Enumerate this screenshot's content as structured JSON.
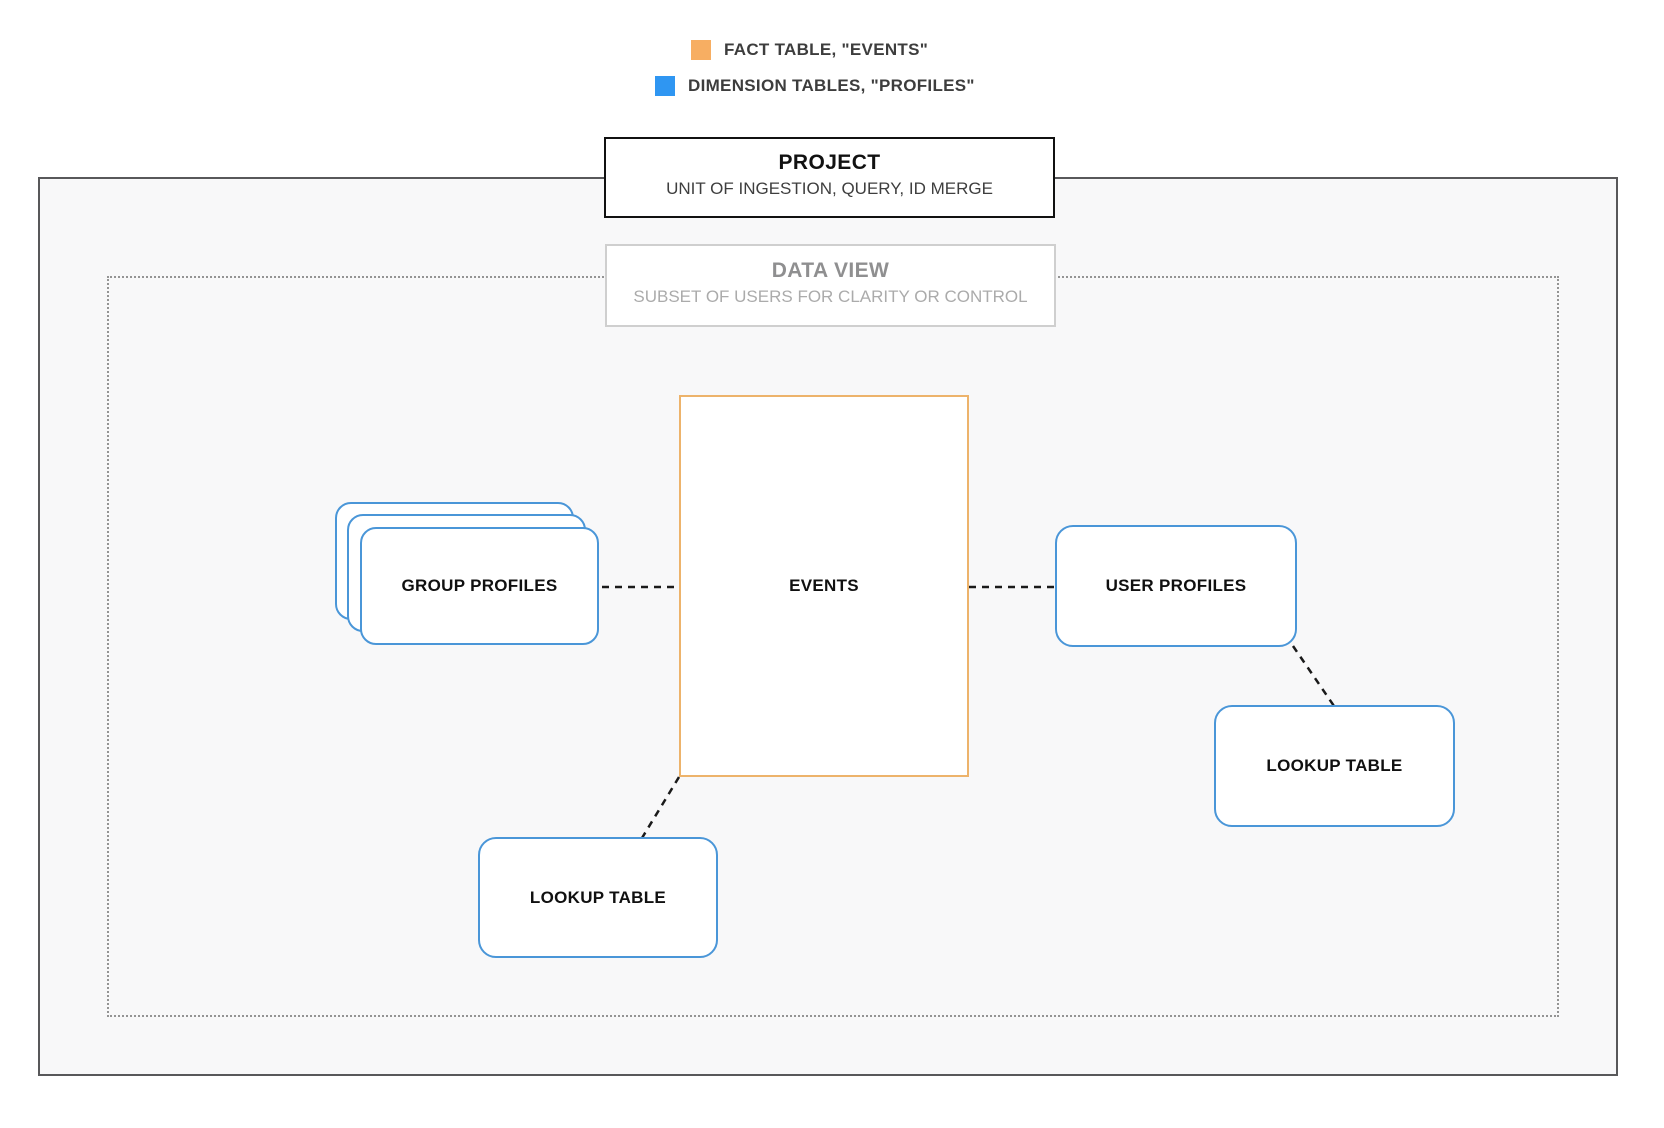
{
  "legend": {
    "items": [
      {
        "label": "FACT TABLE, \"EVENTS\"",
        "color": "#f7ae62"
      },
      {
        "label": "DIMENSION TABLES, \"PROFILES\"",
        "color": "#2f96f2"
      }
    ]
  },
  "project": {
    "title": "PROJECT",
    "subtitle": "UNIT OF INGESTION, QUERY, ID MERGE"
  },
  "data_view": {
    "title": "DATA VIEW",
    "subtitle": "SUBSET OF USERS FOR CLARITY OR CONTROL"
  },
  "nodes": {
    "events": {
      "label": "EVENTS",
      "type": "fact"
    },
    "group_profiles": {
      "label": "GROUP PROFILES",
      "type": "dimension",
      "stacked": true
    },
    "user_profiles": {
      "label": "USER PROFILES",
      "type": "dimension"
    },
    "lookup_table_right": {
      "label": "LOOKUP TABLE",
      "type": "dimension"
    },
    "lookup_table_bottom": {
      "label": "LOOKUP TABLE",
      "type": "dimension"
    }
  },
  "edges": [
    {
      "from": "group_profiles",
      "to": "events",
      "style": "dashed"
    },
    {
      "from": "events",
      "to": "user_profiles",
      "style": "dashed"
    },
    {
      "from": "user_profiles",
      "to": "lookup_table_right",
      "style": "dashed"
    },
    {
      "from": "events",
      "to": "lookup_table_bottom",
      "style": "dashed"
    }
  ],
  "colors": {
    "fact_accent": "#f7ae62",
    "fact_border": "#edb36b",
    "dimension_accent": "#2f96f2",
    "dimension_border": "#4a96d8",
    "connector": "#1a1a1a"
  }
}
